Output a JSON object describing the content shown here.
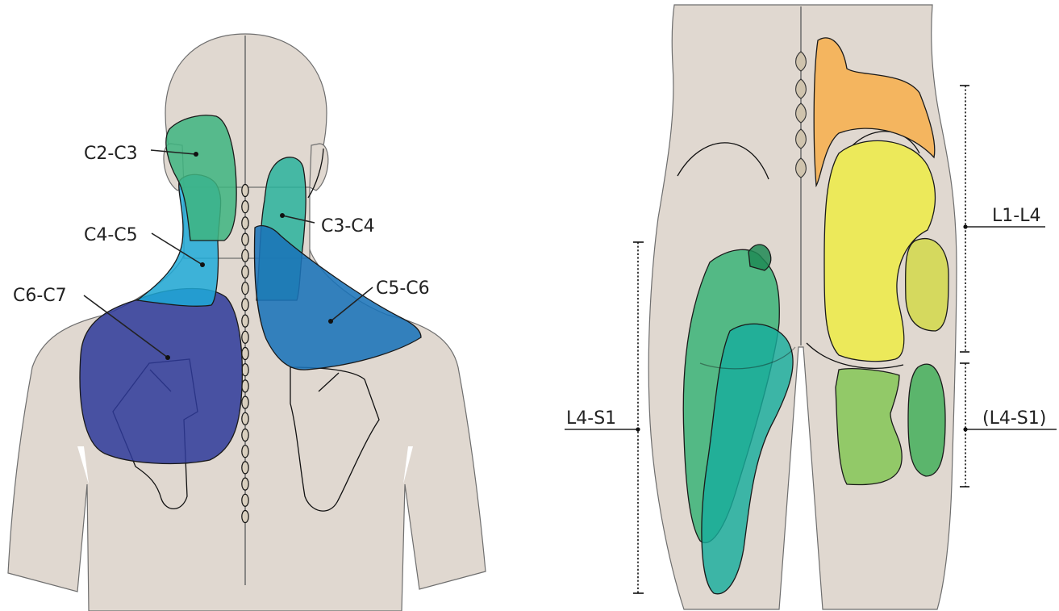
{
  "figures": {
    "neck_back": {
      "labels": {
        "c2_c3": "C2-C3",
        "c3_c4": "C3-C4",
        "c4_c5": "C4-C5",
        "c5_c6": "C5-C6",
        "c6_c7": "C6-C7"
      }
    },
    "lower_back": {
      "labels": {
        "l1_l4": "L1-L4",
        "l4_s1": "L4-S1",
        "l4_s1_paren": "(L4-S1)"
      }
    }
  },
  "colors": {
    "skin": "#e0d8d0",
    "scapula": "#e6ddc3",
    "c2_c3": "#3fb580",
    "c3_c4": "#2bb29c",
    "c4_c5": "#1eaad9",
    "c5_c6": "#1a73b8",
    "c6_c7": "#2e3a9a",
    "l1_l4_upper": "#f4b55f",
    "l1_l4_main": "#ece95a",
    "l1_l4_side": "#d5d95e",
    "l4_s1_a": "#3fb47a",
    "l4_s1_b": "#17ad9c",
    "l4_s1_paren_a": "#92c968",
    "l4_s1_paren_b": "#5bb56c"
  }
}
